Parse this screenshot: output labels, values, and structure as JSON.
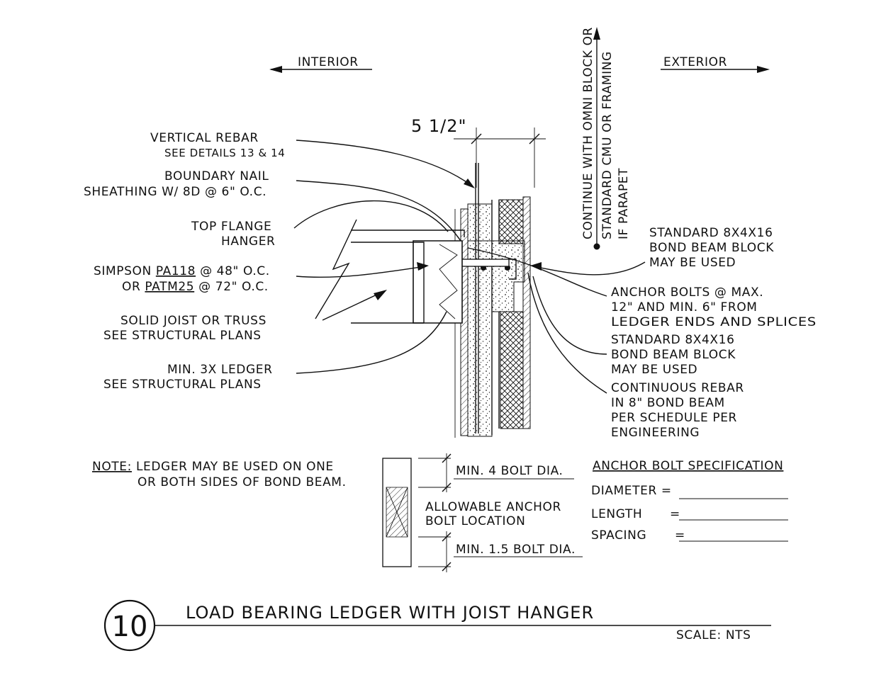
{
  "directions": {
    "interior": "INTERIOR",
    "exterior": "EXTERIOR"
  },
  "dimension": "5 1/2\"",
  "vertical_note": [
    "CONTINUE WITH OMNI BLOCK OR",
    "STANDARD CMU OR FRAMING",
    "IF PARAPET"
  ],
  "left_callouts": {
    "vertical_rebar": [
      "VERTICAL REBAR",
      "SEE DETAILS 13 & 14"
    ],
    "boundary_nail": [
      "BOUNDARY NAIL",
      "SHEATHING W/ 8D @ 6\" O.C."
    ],
    "top_flange": [
      "TOP FLANGE",
      "HANGER"
    ],
    "simpson_line1_pre": "SIMPSON ",
    "simpson_line1_model": "PA118",
    "simpson_line1_post": " @ 48\" O.C.",
    "simpson_line2_pre": "OR ",
    "simpson_line2_model": "PATM25",
    "simpson_line2_post": " @ 72\" O.C.",
    "solid_joist": [
      "SOLID JOIST OR TRUSS",
      "SEE STRUCTURAL PLANS"
    ],
    "ledger": [
      "MIN. 3X LEDGER",
      "SEE STRUCTURAL PLANS"
    ]
  },
  "right_callouts": {
    "bond_beam_top": [
      "STANDARD 8X4X16",
      "BOND BEAM BLOCK",
      "MAY BE USED"
    ],
    "anchor_bolts": [
      "ANCHOR BOLTS @ MAX.",
      "12\" AND MIN. 6\" FROM",
      "LEDGER ENDS AND SPLICES"
    ],
    "bond_beam_mid": [
      "STANDARD 8X4X16",
      "BOND BEAM BLOCK",
      "MAY BE USED"
    ],
    "continuous_rebar": [
      "CONTINUOUS REBAR",
      "IN 8\" BOND BEAM",
      "PER SCHEDULE PER",
      "ENGINEERING"
    ]
  },
  "note": {
    "label": "NOTE:",
    "line1": " LEDGER MAY BE USED ON ONE",
    "line2": "OR BOTH SIDES OF BOND BEAM."
  },
  "bolt_location": {
    "min_top": "MIN. 4 BOLT DIA.",
    "allowable": [
      "ALLOWABLE ANCHOR",
      "BOLT LOCATION"
    ],
    "min_bottom": "MIN. 1.5 BOLT DIA."
  },
  "spec": {
    "heading": "ANCHOR BOLT SPECIFICATION",
    "diameter": "DIAMETER =",
    "length": "LENGTH",
    "spacing": "SPACING",
    "eq": "="
  },
  "footer": {
    "detail_number": "10",
    "title": "LOAD BEARING LEDGER WITH JOIST HANGER",
    "scale": "SCALE: NTS"
  }
}
